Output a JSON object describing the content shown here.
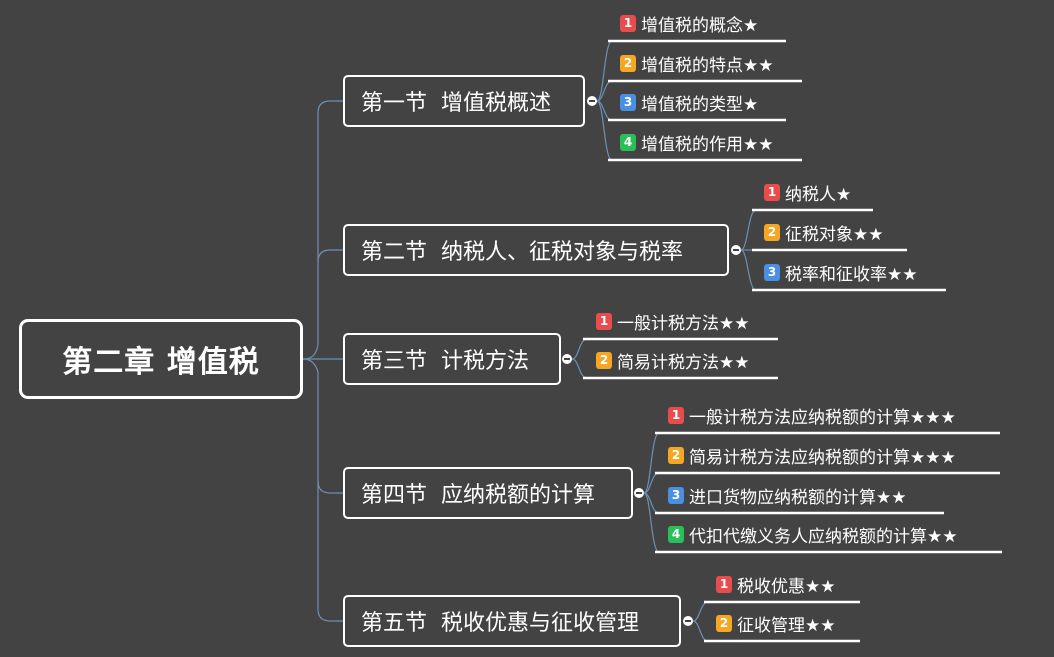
{
  "root": {
    "title": "第二章  增值税"
  },
  "colors": {
    "background": "#434343",
    "line": "#6e8fb5",
    "underline": "#ffffff",
    "badge_1": "#e84c4c",
    "badge_2": "#f5a623",
    "badge_3": "#4a90e2",
    "badge_4": "#2bbf5a"
  },
  "sections": [
    {
      "title": "第一节  增值税概述",
      "items": [
        {
          "badge": "1",
          "text": "增值税的概念★"
        },
        {
          "badge": "2",
          "text": "增值税的特点★★"
        },
        {
          "badge": "3",
          "text": "增值税的类型★"
        },
        {
          "badge": "4",
          "text": "增值税的作用★★"
        }
      ]
    },
    {
      "title": "第二节  纳税人、征税对象与税率",
      "items": [
        {
          "badge": "1",
          "text": "纳税人★"
        },
        {
          "badge": "2",
          "text": "征税对象★★"
        },
        {
          "badge": "3",
          "text": "税率和征收率★★"
        }
      ]
    },
    {
      "title": "第三节  计税方法",
      "items": [
        {
          "badge": "1",
          "text": "一般计税方法★★"
        },
        {
          "badge": "2",
          "text": "简易计税方法★★"
        }
      ]
    },
    {
      "title": "第四节  应纳税额的计算",
      "items": [
        {
          "badge": "1",
          "text": "一般计税方法应纳税额的计算★★★"
        },
        {
          "badge": "2",
          "text": "简易计税方法应纳税额的计算★★★"
        },
        {
          "badge": "3",
          "text": "进口货物应纳税额的计算★★"
        },
        {
          "badge": "4",
          "text": "代扣代缴义务人应纳税额的计算★★"
        }
      ]
    },
    {
      "title": "第五节  税收优惠与征收管理",
      "items": [
        {
          "badge": "1",
          "text": "税收优惠★★"
        },
        {
          "badge": "2",
          "text": "征收管理★★"
        }
      ]
    }
  ]
}
